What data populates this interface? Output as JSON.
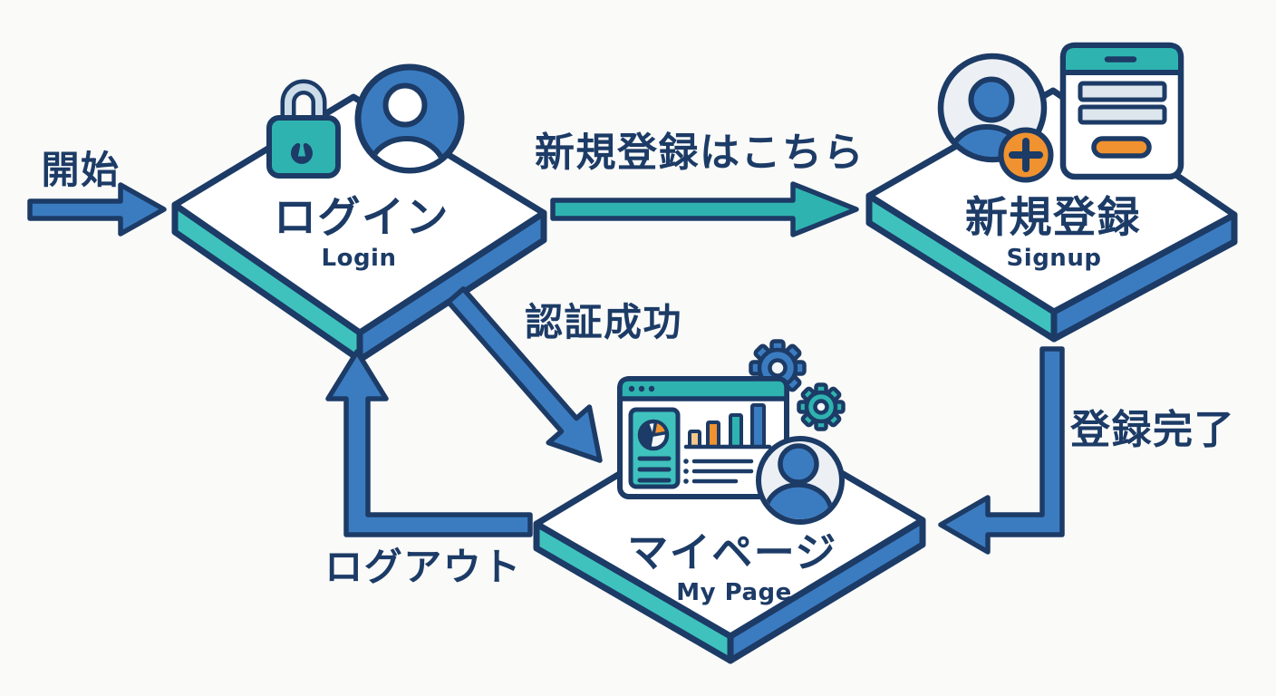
{
  "colors": {
    "navy": "#1c3b66",
    "blue": "#3b7cc1",
    "teal": "#2fb3b0",
    "tealSide": "#3fc2bd",
    "lightblue": "#ccdce8",
    "orange": "#f0922f",
    "lightorange": "#f5c78c",
    "panel": "#ecf0f4",
    "inputgray": "#dde6ed",
    "holewhite": "#f3f6f8",
    "white": "#ffffff",
    "bg": "#fafaf9"
  },
  "nodes": {
    "login": {
      "title": "ログイン",
      "subtitle": "Login"
    },
    "signup": {
      "title": "新規登録",
      "subtitle": "Signup"
    },
    "mypage": {
      "title": "マイページ",
      "subtitle": "My Page"
    }
  },
  "edges": {
    "start": {
      "label": "開始",
      "from": "start",
      "to": "login"
    },
    "to_signup": {
      "label": "新規登録はこちら",
      "from": "login",
      "to": "signup"
    },
    "auth_success": {
      "label": "認証成功",
      "from": "login",
      "to": "mypage"
    },
    "register_done": {
      "label": "登録完了",
      "from": "signup",
      "to": "mypage"
    },
    "logout": {
      "label": "ログアウト",
      "from": "mypage",
      "to": "login"
    }
  },
  "icons": [
    "lock-icon",
    "user-avatar-icon",
    "add-user-icon",
    "signup-form-icon",
    "dashboard-icon",
    "pie-chart-icon",
    "bar-chart-icon",
    "gear-icon"
  ]
}
